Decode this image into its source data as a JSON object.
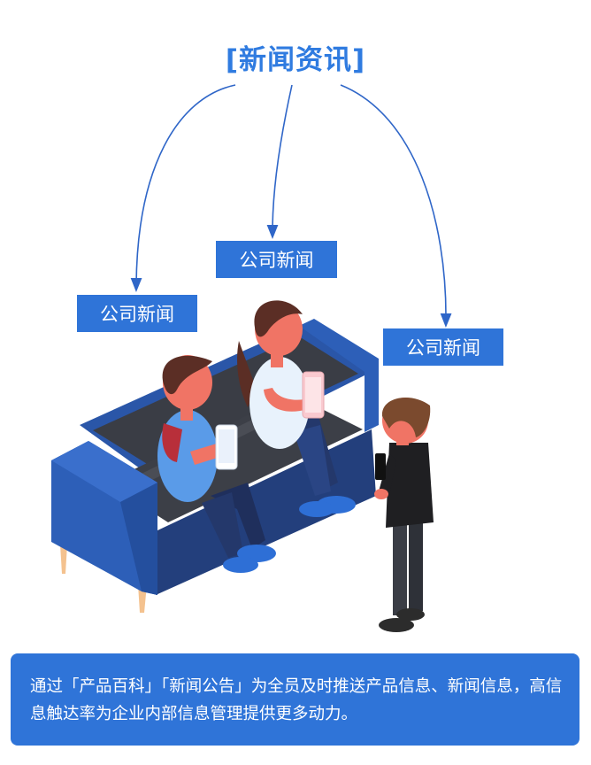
{
  "header": {
    "title": "[新闻资讯]"
  },
  "labels": {
    "left": "公司新闻",
    "center": "公司新闻",
    "right": "公司新闻"
  },
  "description": {
    "text": "通过「产品百科」「新闻公告」为全员及时推送产品信息、新闻信息，高信息触达率为企业内部信息管理提供更多动力。"
  },
  "colors": {
    "accent": "#2f74d8",
    "title": "#2f7be0",
    "sofa": "#2d5fb8"
  }
}
